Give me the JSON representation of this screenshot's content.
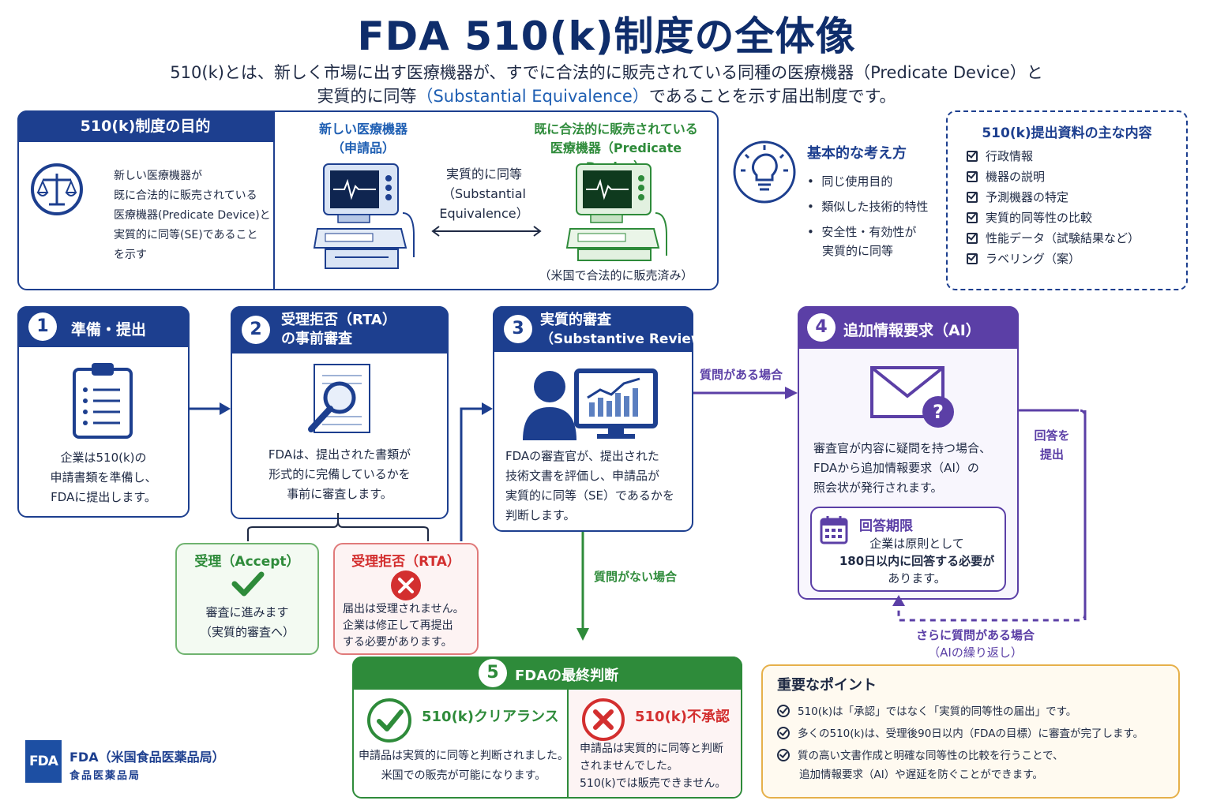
{
  "title": "FDA 510(k)制度の全体像",
  "subtitle": {
    "line1": "510(k)とは、新しく市場に出す医療機器が、すでに合法的に販売されている同種の医療機器（Predicate Device）と",
    "line2_pre": "実質的に同等",
    "line2_hl": "（Substantial Equivalence）",
    "line2_post": "であることを示す届出制度です。"
  },
  "purpose": {
    "header": "510(k)制度の目的",
    "text": [
      "新しい医療機器が",
      "既に合法的に販売されている",
      "医療機器(Predicate Device)と",
      "実質的に同等(SE)であること",
      "を示す"
    ],
    "icon": "scales-icon"
  },
  "comparison": {
    "new_device_label": [
      "新しい医療機器",
      "（申請品）"
    ],
    "predicate_label": [
      "既に合法的に販売されている",
      "医療機器（Predicate Device）"
    ],
    "equivalence_label": [
      "実質的に同等",
      "（Substantial",
      "Equivalence）"
    ],
    "predicate_note": "（米国で合法的に販売済み）"
  },
  "basic": {
    "title": "基本的な考え方",
    "items": [
      "同じ使用目的",
      "類似した技術的特性",
      "安全性・有効性が",
      "実質的に同等"
    ],
    "icon": "lightbulb-icon"
  },
  "documents": {
    "title": "510(k)提出資料の主な内容",
    "items": [
      "行政情報",
      "機器の説明",
      "予測機器の特定",
      "実質的同等性の比較",
      "性能データ（試験結果など）",
      "ラベリング（案）"
    ]
  },
  "steps": {
    "s1": {
      "num": "1",
      "title": "準備・提出",
      "text": [
        "企業は510(k)の",
        "申請書類を準備し、",
        "FDAに提出します。"
      ]
    },
    "s2": {
      "num": "2",
      "title1": "受理拒否（RTA）",
      "title2": "の事前審査",
      "text": [
        "FDAは、提出された書類が",
        "形式的に完備しているかを",
        "事前に審査します。"
      ]
    },
    "s3": {
      "num": "3",
      "title1": "実質的審査",
      "title2": "（Substantive Review）",
      "text": [
        "FDAの審査官が、提出された",
        "技術文書を評価し、申請品が",
        "実質的に同等（SE）であるかを",
        "判断します。"
      ]
    },
    "s4": {
      "num": "4",
      "title": "追加情報要求（AI）",
      "text": [
        "審査官が内容に疑問を持つ場合、",
        "FDAから追加情報要求（AI）の",
        "照会状が発行されます。"
      ],
      "deadline_title": "回答期限",
      "deadline_text": [
        "企業は原則として",
        "180日以内に回答する必要が",
        "あります。"
      ]
    },
    "s5": {
      "num": "5",
      "title": "FDAの最終判断",
      "clear_title": "510(k)クリアランス",
      "clear_text": [
        "申請品は実質的に同等と判断されました。",
        "米国での販売が可能になります。"
      ],
      "deny_title": "510(k)不承認",
      "deny_text": [
        "申請品は実質的に同等と判断",
        "されませんでした。",
        "510(k)では販売できません。"
      ]
    }
  },
  "accept": {
    "title": "受理（Accept）",
    "text": [
      "審査に進みます",
      "（実質的審査へ）"
    ]
  },
  "rta": {
    "title": "受理拒否（RTA）",
    "text": [
      "届出は受理されません。",
      "企業は修正して再提出",
      "する必要があります。"
    ]
  },
  "arrows": {
    "has_question": "質問がある場合",
    "no_question": "質問がない場合",
    "submit_answer": [
      "回答を",
      "提出"
    ],
    "more_question": [
      "さらに質問がある場合",
      "（AIの繰り返し）"
    ]
  },
  "points": {
    "title": "重要なポイント",
    "items": [
      "510(k)は「承認」ではなく「実質的同等性の届出」です。",
      "多くの510(k)は、受理後90日以内（FDAの目標）に審査が完了します。",
      "質の高い文書作成と明確な同等性の比較を行うことで、",
      "追加情報要求（AI）や遅延を防ぐことができます。"
    ]
  },
  "logo": {
    "mark": "FDA",
    "name": "FDA（米国食品医薬品局）",
    "sub": "食品医薬品局"
  },
  "colors": {
    "navy": "#1d3f8f",
    "blue": "#1f5fb3",
    "green": "#2e8b3a",
    "red": "#d32f2f",
    "purple": "#5b3fa6",
    "orange": "#e6b04a"
  }
}
